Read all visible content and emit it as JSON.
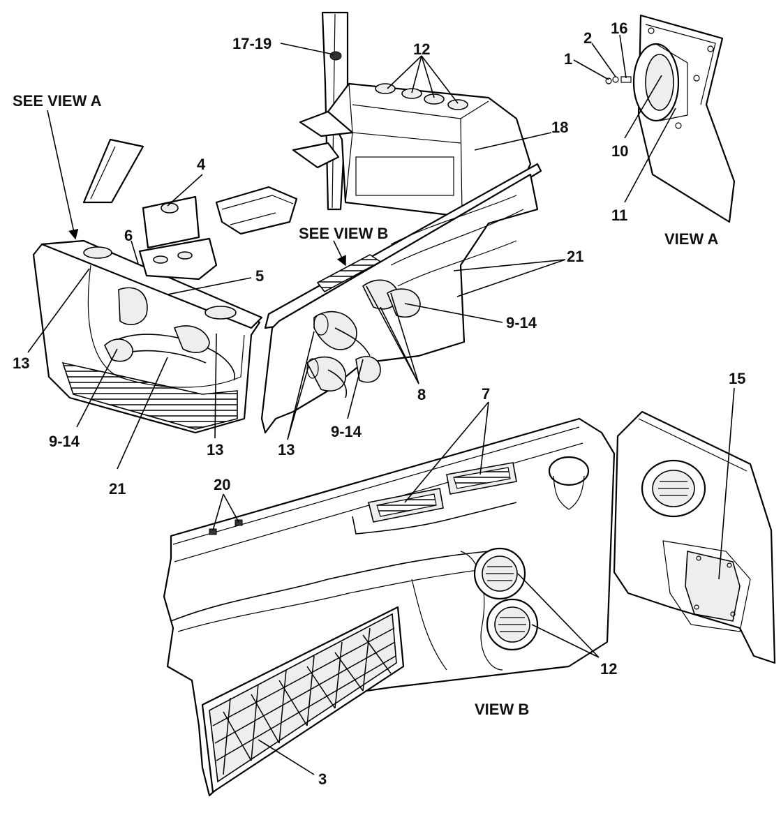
{
  "callouts": {
    "see_view_a": "SEE VIEW A",
    "see_view_b": "SEE VIEW B",
    "view_a": "VIEW A",
    "view_b": "VIEW B",
    "c1": "1",
    "c2": "2",
    "c3": "3",
    "c4": "4",
    "c5": "5",
    "c6": "6",
    "c7": "7",
    "c8": "8",
    "c9_14_left": "9-14",
    "c9_14_center": "9-14",
    "c9_14_right": "9-14",
    "c10": "10",
    "c11": "11",
    "c12_top": "12",
    "c12_view_b": "12",
    "c13_upper_left": "13",
    "c13_lower_left": "13",
    "c13_center": "13",
    "c15": "15",
    "c16": "16",
    "c17_19": "17-19",
    "c18": "18",
    "c20": "20",
    "c21_left": "21",
    "c21_right": "21"
  }
}
